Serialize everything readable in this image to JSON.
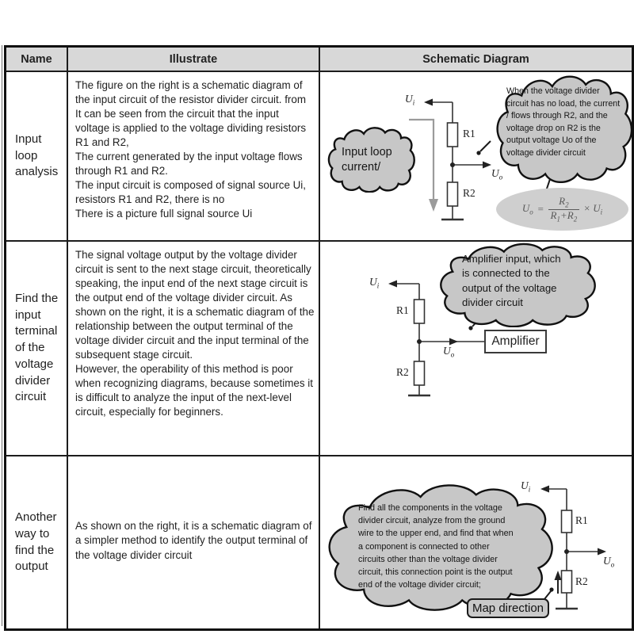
{
  "header": {
    "name": "Name",
    "illustrate": "Illustrate",
    "schematic": "Schematic Diagram"
  },
  "rows": [
    {
      "name": "Input loop analysis",
      "illustrate": "The figure on the right is a schematic diagram of the input circuit of the resistor divider circuit. from\nIt can be seen from the circuit that the input voltage is applied to the voltage dividing resistors R1 and R2,\nThe current generated by the input voltage flows through R1 and R2.\nThe input circuit is composed of signal source Ui, resistors R1 and R2, there is no\nThere is a picture full signal source Ui"
    },
    {
      "name": "Find the input terminal of the voltage divider circuit",
      "illustrate": "The signal voltage output by the voltage divider circuit is sent to the next stage circuit, theoretically speaking, the input end of the next stage circuit is the output end of the voltage divider circuit. As shown on the right, it is a schematic diagram of the relationship between the output terminal of the voltage divider circuit and the input terminal of the subsequent stage circuit.\nHowever, the operability of this method is poor when recognizing diagrams, because sometimes it is difficult to analyze the input of the next-level circuit, especially for beginners."
    },
    {
      "name": "Another way to find the output",
      "illustrate": "As shown on the right, it is a schematic diagram of a simpler method to identify the output terminal of the voltage divider circuit"
    }
  ],
  "sym": {
    "u": "U",
    "i": "i",
    "o": "o",
    "r1": "R1",
    "r2": "R2"
  },
  "d1": {
    "left_cloud": "Input loop\ncurrent/",
    "right_cloud": "When the voltage divider\ncircuit has no load, the current\n/ flows through R2, and the\nvoltage drop on R2 is the\noutput voltage Uo of the\nvoltage divider circuit",
    "formula": {
      "u1": "U",
      "s1": "o",
      "eq": "=",
      "nr": "R",
      "ns": "2",
      "dr1": "R",
      "ds1": "1",
      "plus": "+",
      "dr2": "R",
      "ds2": "2",
      "mul": "×",
      "u2": "U",
      "s2": "i"
    }
  },
  "d2": {
    "cloud": "Amplifier input, which\nis connected to the\noutput of the voltage\ndivider circuit",
    "amplifier": "Amplifier"
  },
  "d3": {
    "cloud": "Find all the components in the voltage\ndivider circuit, analyze from the ground\nwire to the upper end, and find that when\na component is connected to other\ncircuits other than the voltage divider\ncircuit, this connection point is the output\nend of the voltage divider circuit;",
    "map_direction": "Map direction"
  },
  "colors": {
    "cloud_fill": "#c7c7c7",
    "header_bg": "#d8d8d8",
    "circuit_line": "#333333",
    "gray_arrow": "#9b9b9b",
    "formula_bg": "#cfcfcf"
  }
}
